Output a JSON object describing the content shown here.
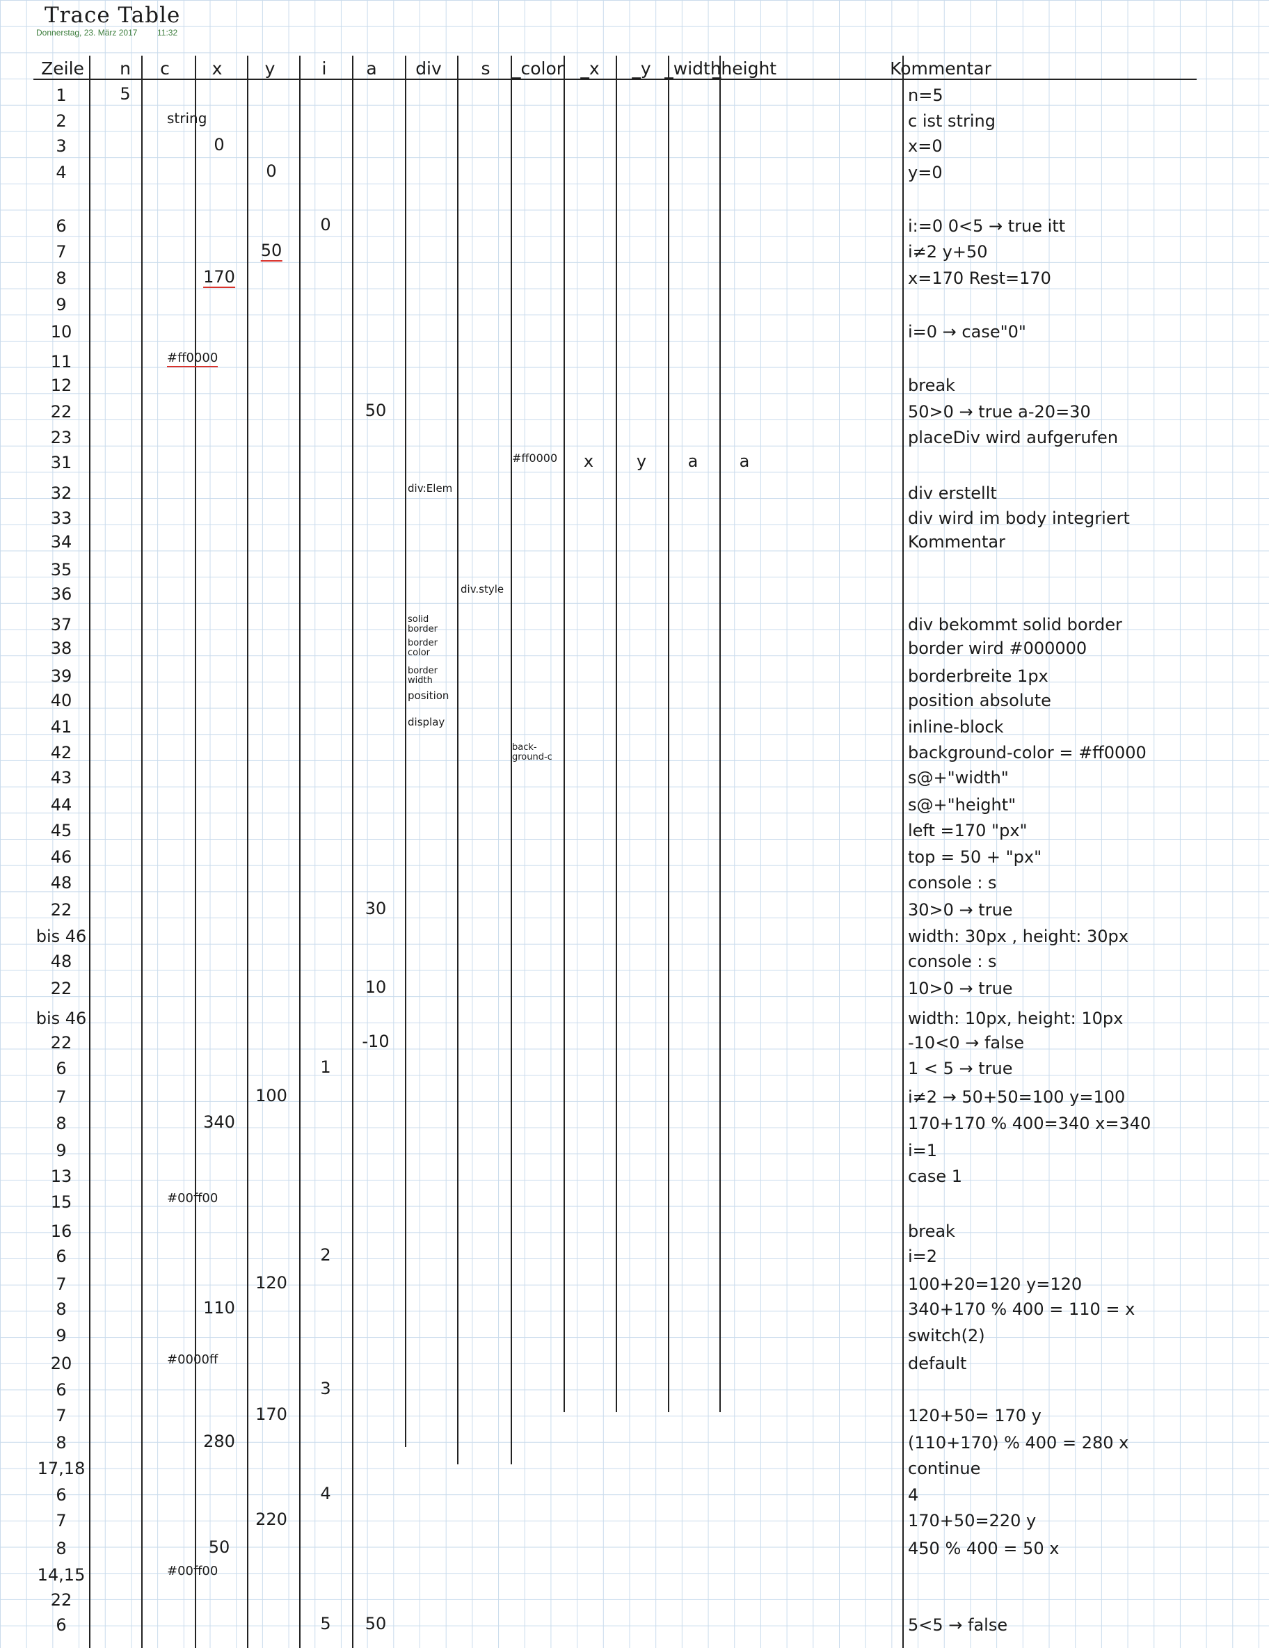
{
  "title": "Trace Table",
  "date": "Donnerstag, 23. März 2017",
  "time": "11:32",
  "headers": {
    "zeile": "Zeile",
    "n": "n",
    "c": "c",
    "x": "x",
    "y": "y",
    "i": "i",
    "a": "a",
    "div": "div",
    "s": "s",
    "color": "_color",
    "_x": "_x",
    "_y": "_y",
    "width": "_width",
    "height": "_height",
    "kommentar": "Kommentar"
  },
  "rows": [
    {
      "zeile": "1",
      "n": "5",
      "kommentar": "n=5"
    },
    {
      "zeile": "2",
      "c": "string",
      "kommentar": "c ist string"
    },
    {
      "zeile": "3",
      "x": "0",
      "kommentar": "x=0"
    },
    {
      "zeile": "4",
      "y": "0",
      "kommentar": "y=0"
    },
    {
      "zeile": "6",
      "i": "0",
      "kommentar": "i:=0 0<5 → true itt"
    },
    {
      "zeile": "7",
      "y": "50",
      "kommentar": "i≠2 y+50"
    },
    {
      "zeile": "8",
      "x": "170",
      "kommentar": "x=170 Rest=170"
    },
    {
      "zeile": "9"
    },
    {
      "zeile": "10",
      "kommentar": "i=0 → case\"0\""
    },
    {
      "zeile": "11",
      "c": "#ff0000"
    },
    {
      "zeile": "12",
      "kommentar": "break"
    },
    {
      "zeile": "22",
      "a": "50",
      "kommentar": "50>0 → true a-20=30"
    },
    {
      "zeile": "23",
      "kommentar": "placeDiv wird aufgerufen"
    },
    {
      "zeile": "31",
      "color": "#ff0000",
      "_x": "x",
      "_y": "y",
      "width": "a",
      "height": "a"
    },
    {
      "zeile": "32",
      "div": "div:Elem",
      "kommentar": "div erstellt"
    },
    {
      "zeile": "33",
      "kommentar": "div wird im body integriert"
    },
    {
      "zeile": "34",
      "kommentar": "Kommentar"
    },
    {
      "zeile": "35"
    },
    {
      "zeile": "36",
      "s": "div.style"
    },
    {
      "zeile": "37",
      "div": "solid border",
      "kommentar": "div bekommt solid border"
    },
    {
      "zeile": "38",
      "div": "border color",
      "kommentar": "border wird #000000"
    },
    {
      "zeile": "39",
      "div": "border width",
      "kommentar": "borderbreite 1px"
    },
    {
      "zeile": "40",
      "div": "position",
      "kommentar": "position absolute"
    },
    {
      "zeile": "41",
      "div": "display",
      "kommentar": "inline-block"
    },
    {
      "zeile": "42",
      "color": "back-ground-c",
      "kommentar": "background-color = #ff0000"
    },
    {
      "zeile": "43",
      "kommentar": "s@+\"width\""
    },
    {
      "zeile": "44",
      "kommentar": "s@+\"height\""
    },
    {
      "zeile": "45",
      "kommentar": "left =170 \"px\""
    },
    {
      "zeile": "46",
      "kommentar": "top = 50 + \"px\""
    },
    {
      "zeile": "48",
      "kommentar": "console : s"
    },
    {
      "zeile": "22",
      "a": "30",
      "kommentar": "30>0 → true"
    },
    {
      "zeile": "bis 46",
      "kommentar": "width: 30px , height: 30px"
    },
    {
      "zeile": "48",
      "kommentar": "console : s"
    },
    {
      "zeile": "22",
      "a": "10",
      "kommentar": "10>0 → true"
    },
    {
      "zeile": "bis 46",
      "kommentar": "width: 10px, height: 10px"
    },
    {
      "zeile": "22",
      "a": "-10",
      "kommentar": "-10<0 → false"
    },
    {
      "zeile": "6",
      "i": "1",
      "kommentar": "1 < 5 → true"
    },
    {
      "zeile": "7",
      "y": "100",
      "kommentar": "i≠2 → 50+50=100 y=100"
    },
    {
      "zeile": "8",
      "x": "340",
      "kommentar": "170+170 % 400=340 x=340"
    },
    {
      "zeile": "9",
      "kommentar": "i=1"
    },
    {
      "zeile": "13",
      "kommentar": "case 1"
    },
    {
      "zeile": "15",
      "c": "#00ff00"
    },
    {
      "zeile": "16",
      "kommentar": "break"
    },
    {
      "zeile": "6",
      "i": "2",
      "kommentar": "i=2"
    },
    {
      "zeile": "7",
      "y": "120",
      "kommentar": "100+20=120 y=120"
    },
    {
      "zeile": "8",
      "x": "110",
      "kommentar": "340+170 % 400 = 110 = x"
    },
    {
      "zeile": "9",
      "kommentar": "switch(2)"
    },
    {
      "zeile": "20",
      "c": "#0000ff",
      "kommentar": "default"
    },
    {
      "zeile": "6",
      "i": "3"
    },
    {
      "zeile": "7",
      "y": "170",
      "kommentar": "120+50= 170 y"
    },
    {
      "zeile": "8",
      "x": "280",
      "kommentar": "(110+170) % 400 = 280 x"
    },
    {
      "zeile": "17,18",
      "kommentar": "continue"
    },
    {
      "zeile": "6",
      "i": "4",
      "kommentar": "4"
    },
    {
      "zeile": "7",
      "y": "220",
      "kommentar": "170+50=220 y"
    },
    {
      "zeile": "8",
      "x": "50",
      "kommentar": "450 % 400 = 50 x"
    },
    {
      "zeile": "14,15",
      "c": "#00ff00"
    },
    {
      "zeile": "22"
    },
    {
      "zeile": "6",
      "i": "5",
      "a": "50",
      "kommentar": "5<5 → false"
    }
  ]
}
